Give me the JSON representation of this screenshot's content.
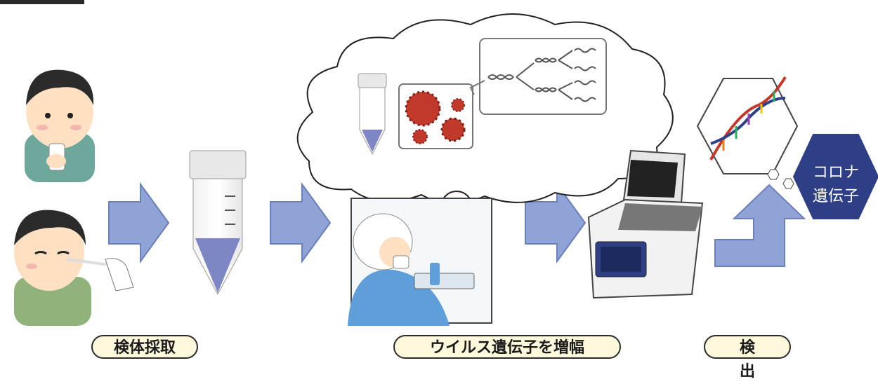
{
  "steps": [
    {
      "label": "検体採取"
    },
    {
      "label": "ウイルス遺伝子を増幅"
    },
    {
      "label": "検　出"
    }
  ],
  "detection_badge": {
    "line1": "コロナ",
    "line2": "遺伝子"
  },
  "colors": {
    "arrow": "#8fa3d6",
    "hexagon": "#2f3f86",
    "pill_bg": "#fff8dc",
    "virus": "#c0392b",
    "liquid": "#7f86c4"
  },
  "icons": [
    "person-mouth-swab-icon",
    "person-nose-swab-icon",
    "test-tube-icon",
    "thought-cloud-icon",
    "virus-icon",
    "dna-icon",
    "lab-worker-icon",
    "pcr-machine-icon",
    "dna-helix-icon"
  ]
}
